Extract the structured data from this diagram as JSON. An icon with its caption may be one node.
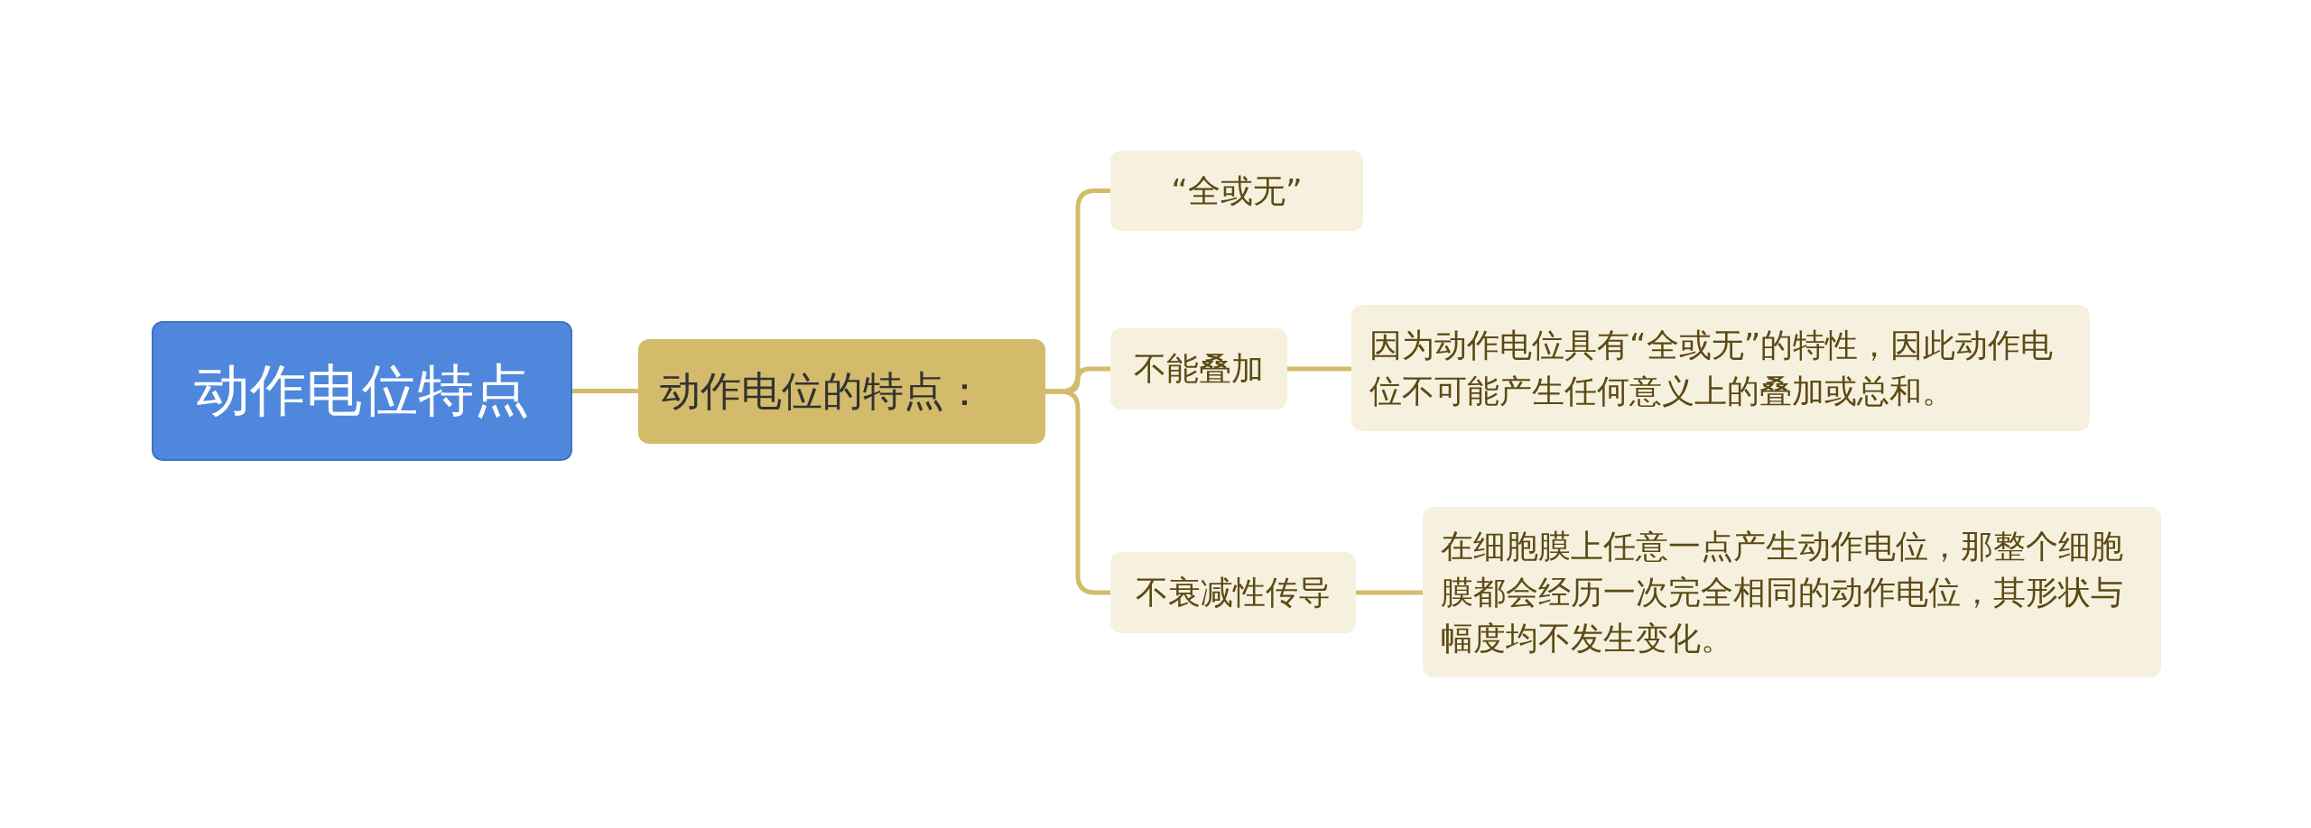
{
  "diagram": {
    "nodes": [
      {
        "text": [
          "动作电位特点"
        ]
      },
      {
        "text": [
          "动作电位的特点："
        ]
      },
      {
        "text": [
          "“全或无”"
        ]
      },
      {
        "text": [
          "不能叠加"
        ]
      },
      {
        "text": [
          "因为动作电位具有“全或无”的特性，因此动作电位不可能产生任何意义上的叠加或总和。"
        ]
      },
      {
        "text": [
          "不衰减性传导"
        ]
      },
      {
        "text": [
          "在细胞膜上任意一点产生动作电位，那整个细胞膜都会经历一次完全相同的动作电位，其形状与幅度均不发生变化。"
        ]
      }
    ],
    "edges": [
      {
        "from": 0,
        "to": 1,
        "arrow": "none"
      },
      {
        "from": 1,
        "to": 2,
        "arrow": "none"
      },
      {
        "from": 1,
        "to": 3,
        "arrow": "none"
      },
      {
        "from": 1,
        "to": 5,
        "arrow": "none"
      },
      {
        "from": 3,
        "to": 4,
        "arrow": "none"
      },
      {
        "from": 5,
        "to": 6,
        "arrow": "none"
      }
    ]
  }
}
